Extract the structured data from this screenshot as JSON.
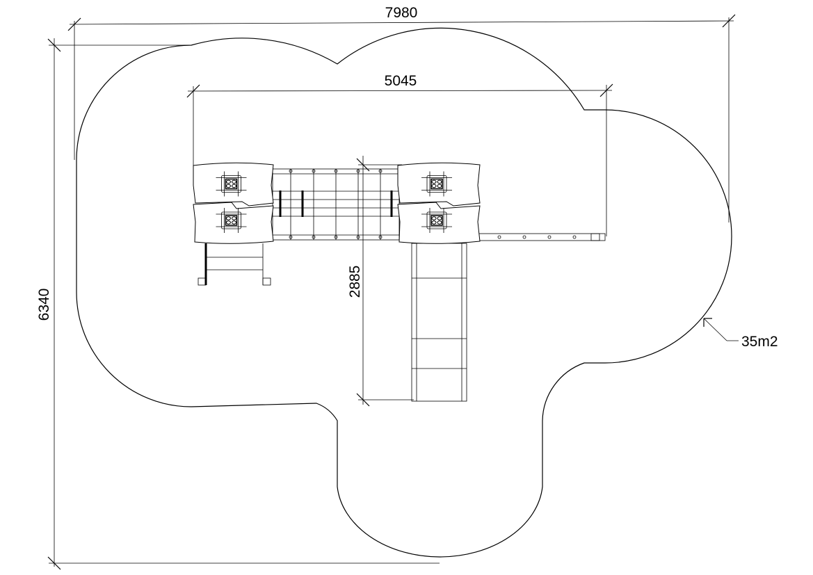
{
  "drawing": {
    "dimensions": {
      "overall_width": "7980",
      "overall_depth": "6340",
      "structure_width": "5045",
      "structure_depth": "2885"
    },
    "area_label": "35m2"
  }
}
